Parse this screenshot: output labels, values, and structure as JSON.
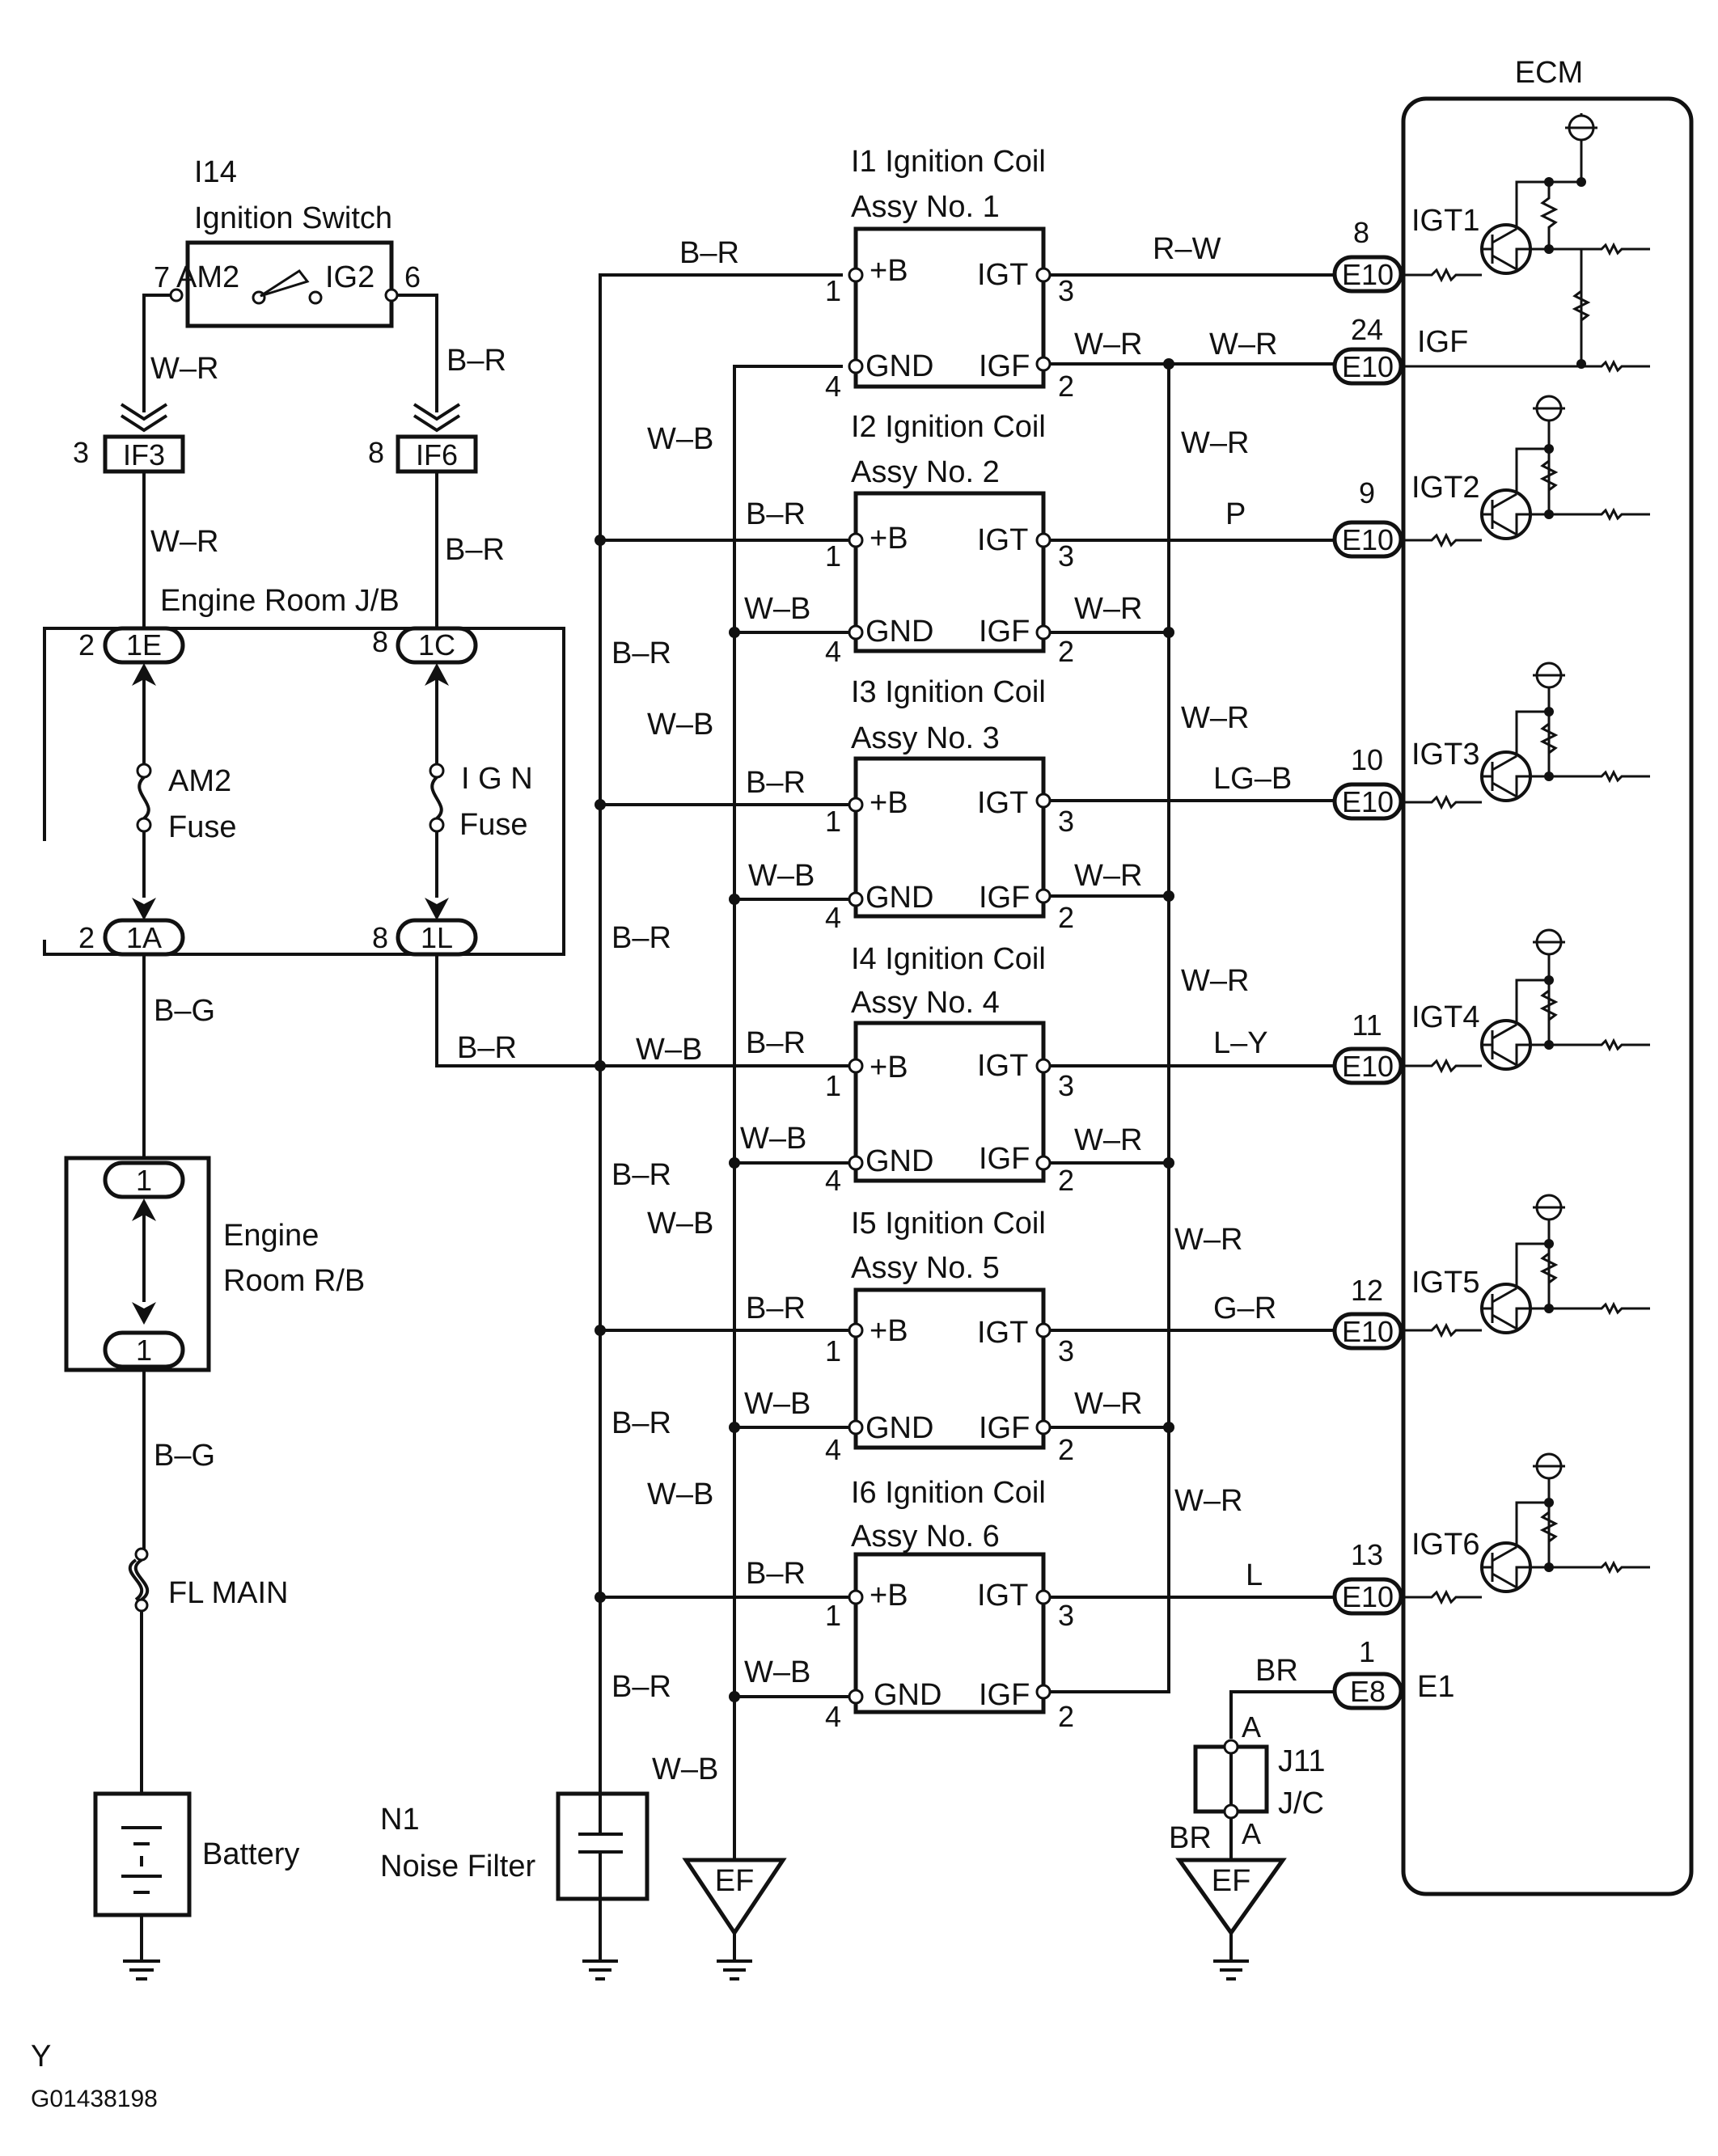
{
  "ignition_switch": {
    "ref": "I14",
    "name": "Ignition Switch",
    "term_left": "AM2",
    "term_right": "IG2",
    "pin_left": "7",
    "pin_right": "6"
  },
  "wires": {
    "wr": "W–R",
    "br": "B–R",
    "bg": "B–G",
    "wb": "W–B",
    "rw": "R–W",
    "p": "P",
    "lgb": "LG–B",
    "ly": "L–Y",
    "gr": "G–R",
    "l": "L",
    "brown": "BR"
  },
  "connectors": {
    "if3": "IF3",
    "if3_pin": "3",
    "if6": "IF6",
    "if6_pin": "8"
  },
  "jb": {
    "title": "Engine Room J/B",
    "c1e": "1E",
    "c1e_pin": "2",
    "c1c": "1C",
    "c1c_pin": "8",
    "c1a": "1A",
    "c1a_pin": "2",
    "c1l": "1L",
    "c1l_pin": "8",
    "am2": "AM2",
    "ign": "I G N",
    "fuse": "Fuse"
  },
  "rb": {
    "line1": "Engine",
    "line2": "Room R/B",
    "pin": "1"
  },
  "fl_main": "FL MAIN",
  "battery": "Battery",
  "noise_filter": {
    "ref": "N1",
    "name": "Noise Filter"
  },
  "ground_ef": "EF",
  "coil_pins": {
    "b": "+B",
    "gnd": "GND",
    "igt": "IGT",
    "igf": "IGF",
    "p1": "1",
    "p2": "2",
    "p3": "3",
    "p4": "4"
  },
  "coils": [
    {
      "title": "I1 Ignition Coil",
      "assy": "Assy No. 1"
    },
    {
      "title": "I2 Ignition Coil",
      "assy": "Assy No. 2"
    },
    {
      "title": "I3 Ignition Coil",
      "assy": "Assy No. 3"
    },
    {
      "title": "I4 Ignition Coil",
      "assy": "Assy No. 4"
    },
    {
      "title": "I5 Ignition Coil",
      "assy": "Assy No. 5"
    },
    {
      "title": "I6 Ignition Coil",
      "assy": "Assy No. 6"
    }
  ],
  "ecm": {
    "title": "ECM",
    "connector": "E10",
    "igf": "IGF",
    "igf_pin": "24",
    "e1": "E1",
    "e8": "E8",
    "e8_pin": "1",
    "igt": [
      {
        "label": "IGT1",
        "pin": "8"
      },
      {
        "label": "IGT2",
        "pin": "9"
      },
      {
        "label": "IGT3",
        "pin": "10"
      },
      {
        "label": "IGT4",
        "pin": "11"
      },
      {
        "label": "IGT5",
        "pin": "12"
      },
      {
        "label": "IGT6",
        "pin": "13"
      }
    ]
  },
  "jc": {
    "ref": "J11",
    "name": "J/C",
    "pin": "A"
  },
  "footer": {
    "y": "Y",
    "code": "G01438198"
  }
}
